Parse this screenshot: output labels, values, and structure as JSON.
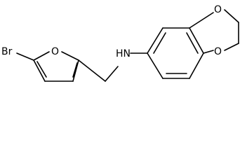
{
  "structure": {
    "atoms": {
      "bromine": "Br",
      "furan_oxygen": "O",
      "amine": "HN",
      "dioxane_oxygen_top": "O",
      "dioxane_oxygen_bottom": "O"
    },
    "colors": {
      "bond": "#000000",
      "atom_label": "#000000",
      "background": "#ffffff"
    }
  }
}
